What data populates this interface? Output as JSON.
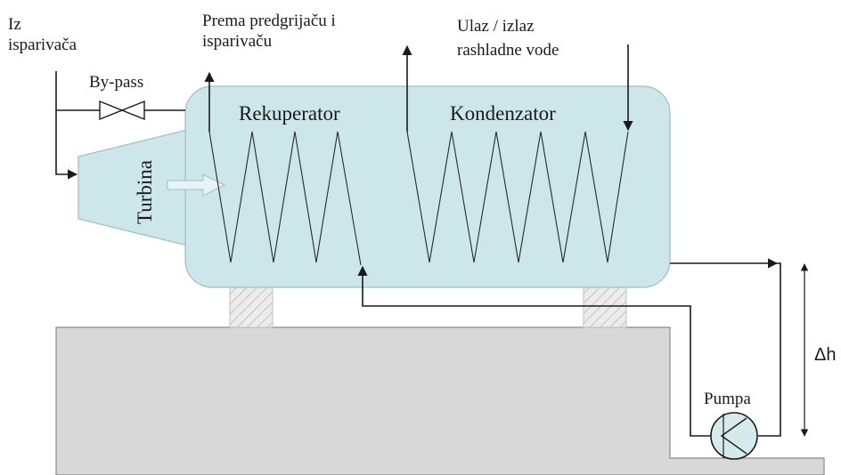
{
  "labels": {
    "from_evaporator_line1": "Iz",
    "from_evaporator_line2": "isparivača",
    "bypass": "By-pass",
    "to_preheater_line1": "Prema predgrijaču i",
    "to_preheater_line2": "isparivaču",
    "cooling_water_line1": "Ulaz / izlaz",
    "cooling_water_line2": "rashladne vode",
    "recuperator": "Rekuperator",
    "condenser": "Kondenzator",
    "turbine": "Turbina",
    "pump": "Pumpa",
    "delta_h": "Δh"
  },
  "colors": {
    "vessel_fill": "#cde6ea",
    "vessel_stroke": "#9ebfc6",
    "ground_fill": "#d8d8d8",
    "ground_stroke": "#8a8a8a",
    "pipe": "#1a1a1a",
    "pump_fill": "#d6eaee"
  },
  "icons": {
    "bypass_valve": "valve-icon",
    "pump": "pump-icon",
    "flow_arrow": "arrow-icon"
  }
}
